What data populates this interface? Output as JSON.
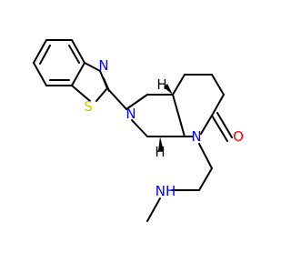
{
  "molecule": {
    "atoms": [
      {
        "symbol": "N",
        "color": "#0000FF"
      },
      {
        "symbol": "S",
        "color": "#CCCC00"
      },
      {
        "symbol": "N",
        "color": "#0000FF"
      },
      {
        "symbol": "N",
        "color": "#0000FF"
      },
      {
        "symbol": "O",
        "color": "#FF0000"
      },
      {
        "symbol": "H",
        "color": "#000000"
      },
      {
        "symbol": "H",
        "color": "#000000"
      },
      {
        "symbol": "NH",
        "color": "#0000FF"
      }
    ],
    "stereo_marks": [
      "wedge-h-upper",
      "wedge-h-lower"
    ]
  }
}
